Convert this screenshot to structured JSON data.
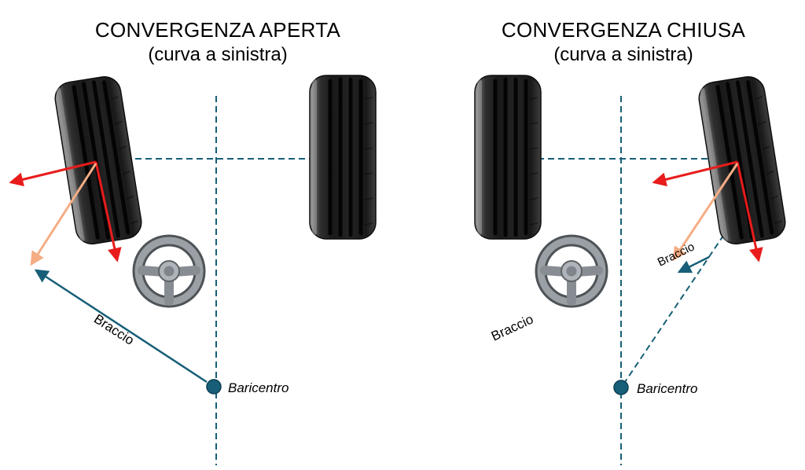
{
  "colors": {
    "teal": "#175f78",
    "arrow-red": "#e81c1c",
    "arrow-peach": "#f5ad85",
    "text": "#000000",
    "background": "#ffffff"
  },
  "panels": [
    {
      "title": "CONVERGENZA APERTA",
      "subtitle": "(curva a sinistra)",
      "braccio_label": "Braccio",
      "baricentro_label": "Baricentro"
    },
    {
      "title": "CONVERGENZA CHIUSA",
      "subtitle": "(curva a sinistra)",
      "braccio_label": "Braccio",
      "braccio_small_label": "Braccio",
      "baricentro_label": "Baricentro"
    }
  ]
}
